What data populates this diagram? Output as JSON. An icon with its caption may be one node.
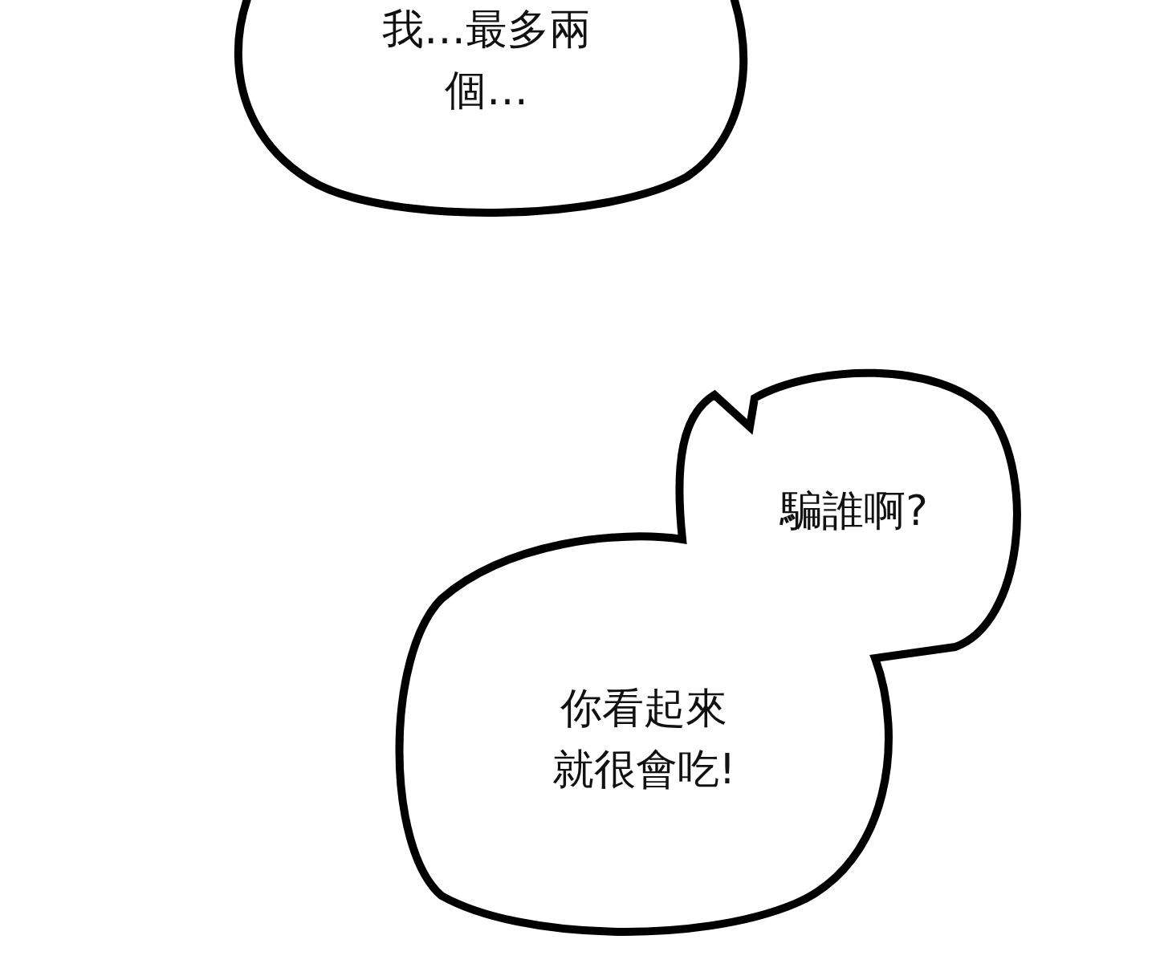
{
  "diagram": {
    "nodes": [
      {
        "text": [
          "我…最多兩個…"
        ]
      },
      {
        "text": [
          "騙誰啊?",
          "你看起來就很會吃!"
        ]
      }
    ]
  }
}
